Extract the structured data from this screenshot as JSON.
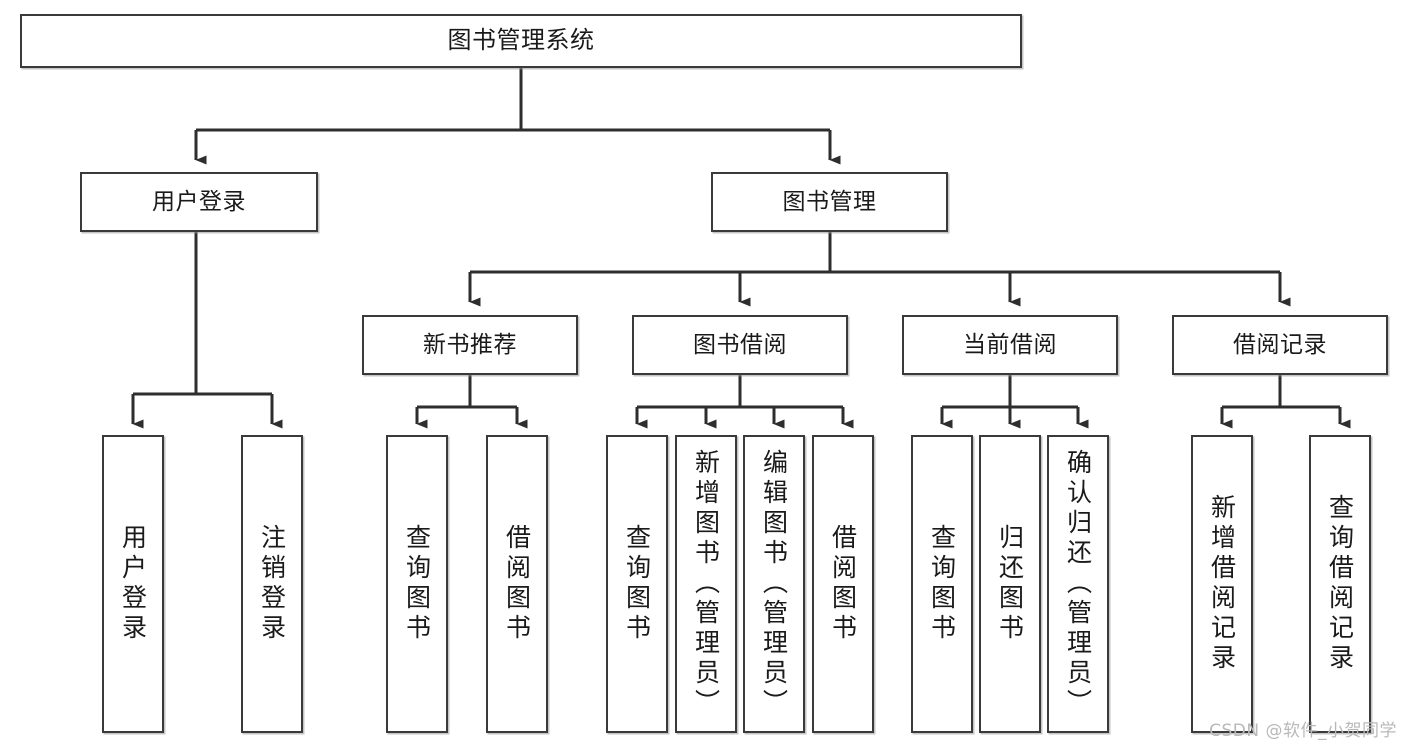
{
  "diagram": {
    "title": "图书管理系统",
    "type": "hierarchy-tree",
    "watermark": "CSDN @软件_小贺同学",
    "colors": {
      "box_border": "#3a3a3a",
      "box_fill": "#ffffff",
      "connector": "#2e2e2e",
      "text": "#1a1a1a",
      "watermark": "#b9b9b9"
    },
    "levels": {
      "root": {
        "label": "图书管理系统"
      },
      "level2": [
        {
          "label": "用户登录"
        },
        {
          "label": "图书管理"
        }
      ],
      "level3": [
        {
          "label": "新书推荐"
        },
        {
          "label": "图书借阅"
        },
        {
          "label": "当前借阅"
        },
        {
          "label": "借阅记录"
        }
      ],
      "leaves": {
        "user_login": [
          {
            "label": "用户登录"
          },
          {
            "label": "注销登录"
          }
        ],
        "new_book_recommend": [
          {
            "label": "查询图书"
          },
          {
            "label": "借阅图书"
          }
        ],
        "book_borrow": [
          {
            "label": "查询图书"
          },
          {
            "label": "新增图书（管理员）"
          },
          {
            "label": "编辑图书（管理员）"
          },
          {
            "label": "借阅图书"
          }
        ],
        "current_borrow": [
          {
            "label": "查询图书"
          },
          {
            "label": "归还图书"
          },
          {
            "label": "确认归还（管理员）"
          }
        ],
        "borrow_record": [
          {
            "label": "新增借阅记录"
          },
          {
            "label": "查询借阅记录"
          }
        ]
      }
    }
  }
}
